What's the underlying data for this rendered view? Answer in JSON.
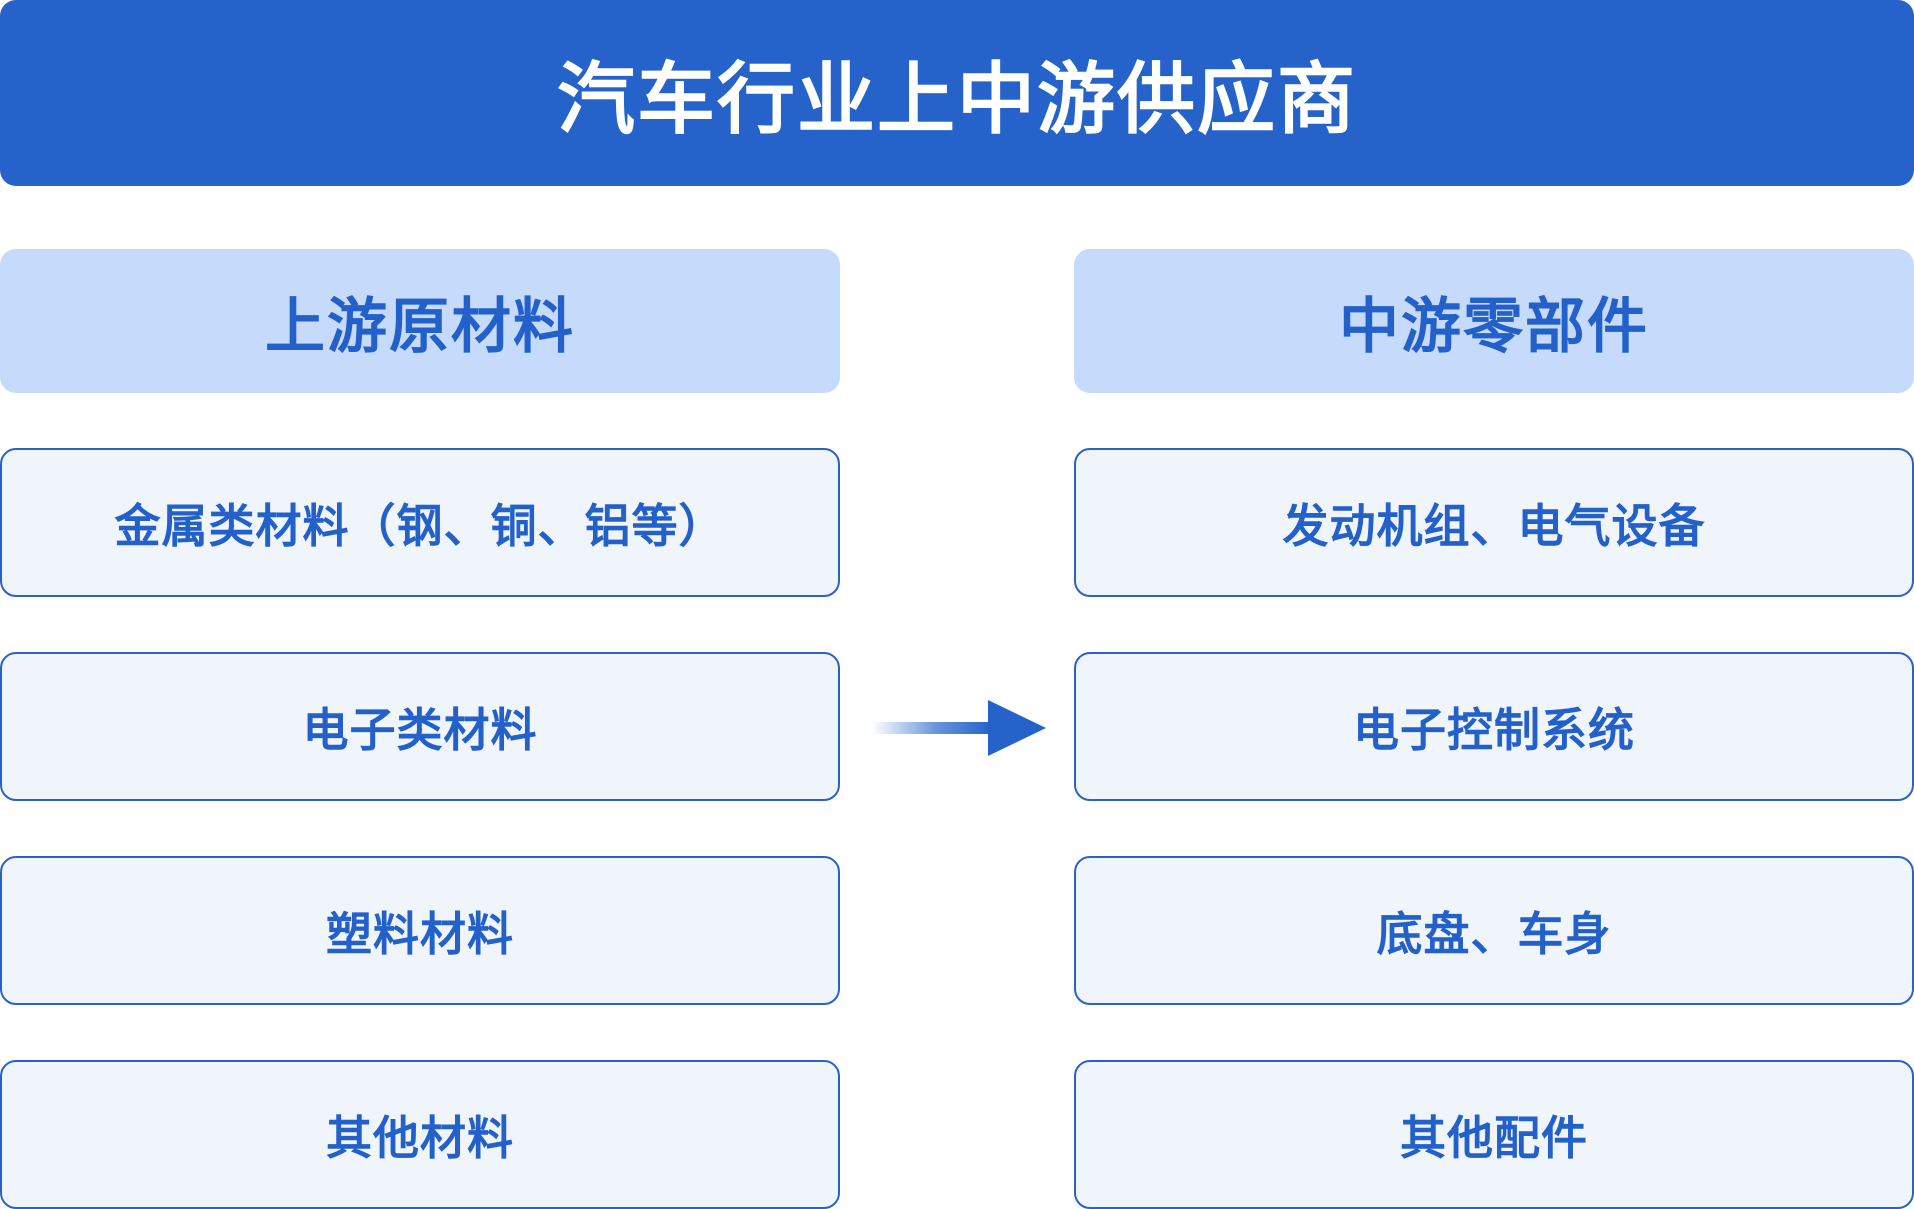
{
  "title": "汽车行业上中游供应商",
  "upstream": {
    "header": "上游原材料",
    "items": [
      "金属类材料（钢、铜、铝等）",
      "电子类材料",
      "塑料材料",
      "其他材料"
    ]
  },
  "midstream": {
    "header": "中游零部件",
    "items": [
      "发动机组、电气设备",
      "电子控制系统",
      "底盘、车身",
      "其他配件"
    ]
  },
  "colors": {
    "title_bg": "#2563cb",
    "header_bg": "#c6dafc",
    "item_bg": "#f0f4fb",
    "accent": "#2360c9"
  }
}
